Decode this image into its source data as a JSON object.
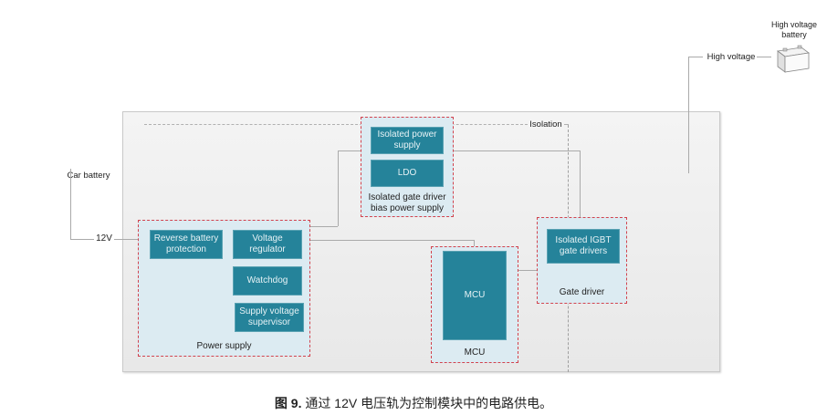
{
  "diagram": {
    "external": {
      "car_battery_label": "Car battery",
      "v12_label": "12V",
      "hv_battery_label": "High voltage battery",
      "hv_label": "High voltage",
      "isolation_label": "Isolation"
    },
    "groups": {
      "bias_supply": {
        "label": "Isolated gate driver bias power supply",
        "blocks": [
          "Isolated power supply",
          "LDO"
        ]
      },
      "power_supply": {
        "label": "Power supply",
        "blocks": [
          "Reverse battery protection",
          "Voltage regulator",
          "Watchdog",
          "Supply voltage supervisor"
        ]
      },
      "mcu": {
        "label": "MCU",
        "blocks": [
          "MCU"
        ]
      },
      "gate_driver": {
        "label": "Gate driver",
        "blocks": [
          "Isolated IGBT gate drivers"
        ]
      }
    },
    "colors": {
      "block_fill": "#25839a",
      "group_fill": "#dcebf2",
      "group_border": "#d2434e"
    }
  },
  "caption": {
    "prefix": "图 9.",
    "text": " 通过 12V 电压轨为控制模块中的电路供电。"
  }
}
